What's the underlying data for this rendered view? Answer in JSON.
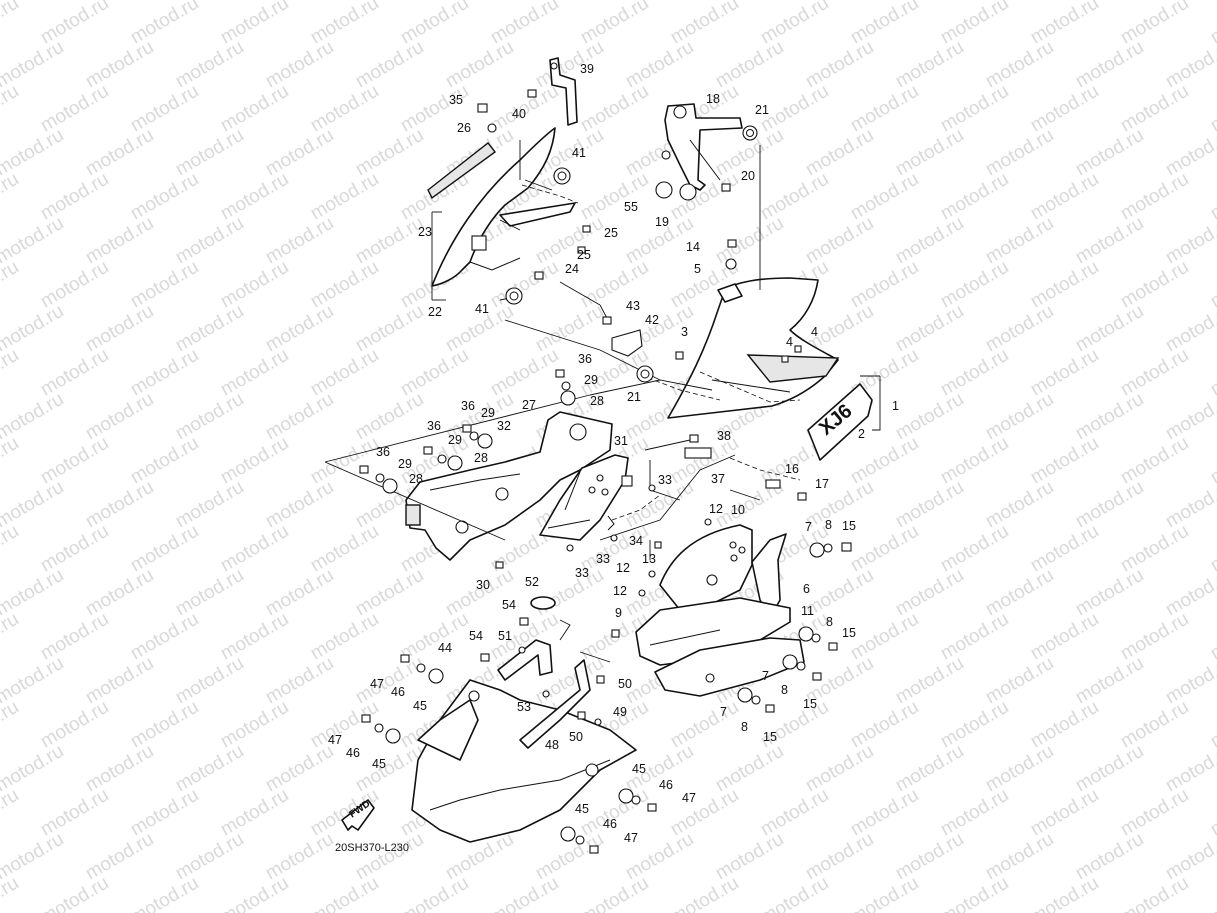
{
  "watermark": {
    "text": "motod.ru"
  },
  "diagram_code": "20SH370-L230",
  "fwd_label": "FWD",
  "colors": {
    "line": "#111111",
    "watermark": "#d9d9d9",
    "background": "#ffffff"
  },
  "callouts": [
    {
      "id": "c1",
      "label": "1"
    },
    {
      "id": "c2",
      "label": "2"
    },
    {
      "id": "c3",
      "label": "3"
    },
    {
      "id": "c4a",
      "label": "4"
    },
    {
      "id": "c4b",
      "label": "4"
    },
    {
      "id": "c5",
      "label": "5"
    },
    {
      "id": "c6",
      "label": "6"
    },
    {
      "id": "c7a",
      "label": "7"
    },
    {
      "id": "c7b",
      "label": "7"
    },
    {
      "id": "c7c",
      "label": "7"
    },
    {
      "id": "c8a",
      "label": "8"
    },
    {
      "id": "c8b",
      "label": "8"
    },
    {
      "id": "c8c",
      "label": "8"
    },
    {
      "id": "c8d",
      "label": "8"
    },
    {
      "id": "c9",
      "label": "9"
    },
    {
      "id": "c10",
      "label": "10"
    },
    {
      "id": "c11",
      "label": "11"
    },
    {
      "id": "c12a",
      "label": "12"
    },
    {
      "id": "c12b",
      "label": "12"
    },
    {
      "id": "c12c",
      "label": "12"
    },
    {
      "id": "c13",
      "label": "13"
    },
    {
      "id": "c14",
      "label": "14"
    },
    {
      "id": "c15a",
      "label": "15"
    },
    {
      "id": "c15b",
      "label": "15"
    },
    {
      "id": "c15c",
      "label": "15"
    },
    {
      "id": "c15d",
      "label": "15"
    },
    {
      "id": "c16",
      "label": "16"
    },
    {
      "id": "c17",
      "label": "17"
    },
    {
      "id": "c18",
      "label": "18"
    },
    {
      "id": "c19",
      "label": "19"
    },
    {
      "id": "c20",
      "label": "20"
    },
    {
      "id": "c21a",
      "label": "21"
    },
    {
      "id": "c21b",
      "label": "21"
    },
    {
      "id": "c22",
      "label": "22"
    },
    {
      "id": "c23",
      "label": "23"
    },
    {
      "id": "c24",
      "label": "24"
    },
    {
      "id": "c25a",
      "label": "25"
    },
    {
      "id": "c25b",
      "label": "25"
    },
    {
      "id": "c26",
      "label": "26"
    },
    {
      "id": "c27",
      "label": "27"
    },
    {
      "id": "c28a",
      "label": "28"
    },
    {
      "id": "c28b",
      "label": "28"
    },
    {
      "id": "c28c",
      "label": "28"
    },
    {
      "id": "c29a",
      "label": "29"
    },
    {
      "id": "c29b",
      "label": "29"
    },
    {
      "id": "c29c",
      "label": "29"
    },
    {
      "id": "c29d",
      "label": "29"
    },
    {
      "id": "c30",
      "label": "30"
    },
    {
      "id": "c31",
      "label": "31"
    },
    {
      "id": "c32",
      "label": "32"
    },
    {
      "id": "c33a",
      "label": "33"
    },
    {
      "id": "c33b",
      "label": "33"
    },
    {
      "id": "c33c",
      "label": "33"
    },
    {
      "id": "c34",
      "label": "34"
    },
    {
      "id": "c35",
      "label": "35"
    },
    {
      "id": "c36a",
      "label": "36"
    },
    {
      "id": "c36b",
      "label": "36"
    },
    {
      "id": "c36c",
      "label": "36"
    },
    {
      "id": "c36d",
      "label": "36"
    },
    {
      "id": "c37",
      "label": "37"
    },
    {
      "id": "c38",
      "label": "38"
    },
    {
      "id": "c39",
      "label": "39"
    },
    {
      "id": "c40",
      "label": "40"
    },
    {
      "id": "c41a",
      "label": "41"
    },
    {
      "id": "c41b",
      "label": "41"
    },
    {
      "id": "c42",
      "label": "42"
    },
    {
      "id": "c43",
      "label": "43"
    },
    {
      "id": "c44",
      "label": "44"
    },
    {
      "id": "c45a",
      "label": "45"
    },
    {
      "id": "c45b",
      "label": "45"
    },
    {
      "id": "c45c",
      "label": "45"
    },
    {
      "id": "c45d",
      "label": "45"
    },
    {
      "id": "c46a",
      "label": "46"
    },
    {
      "id": "c46b",
      "label": "46"
    },
    {
      "id": "c46c",
      "label": "46"
    },
    {
      "id": "c46d",
      "label": "46"
    },
    {
      "id": "c47a",
      "label": "47"
    },
    {
      "id": "c47b",
      "label": "47"
    },
    {
      "id": "c47c",
      "label": "47"
    },
    {
      "id": "c47d",
      "label": "47"
    },
    {
      "id": "c48",
      "label": "48"
    },
    {
      "id": "c49",
      "label": "49"
    },
    {
      "id": "c50a",
      "label": "50"
    },
    {
      "id": "c50b",
      "label": "50"
    },
    {
      "id": "c51",
      "label": "51"
    },
    {
      "id": "c52",
      "label": "52"
    },
    {
      "id": "c53",
      "label": "53"
    },
    {
      "id": "c54a",
      "label": "54"
    },
    {
      "id": "c54b",
      "label": "54"
    },
    {
      "id": "c55",
      "label": "55"
    }
  ]
}
